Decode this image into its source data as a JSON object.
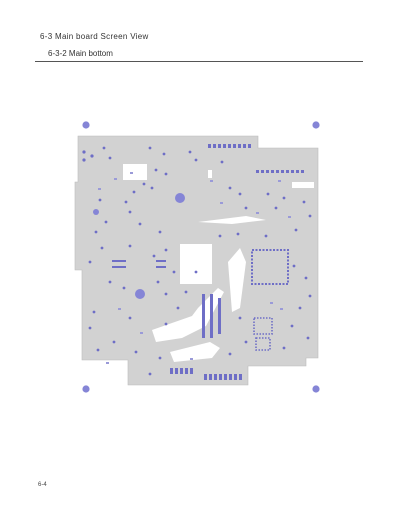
{
  "document": {
    "section_heading": "6-3 Main board Screen View",
    "subsection_heading": "6-3-2 Main bottom",
    "page_number": "6-4"
  },
  "figure": {
    "board_fill": "#d2d2d2",
    "pad_color": "#6e6ec6",
    "hole_color": "#8585d6"
  }
}
